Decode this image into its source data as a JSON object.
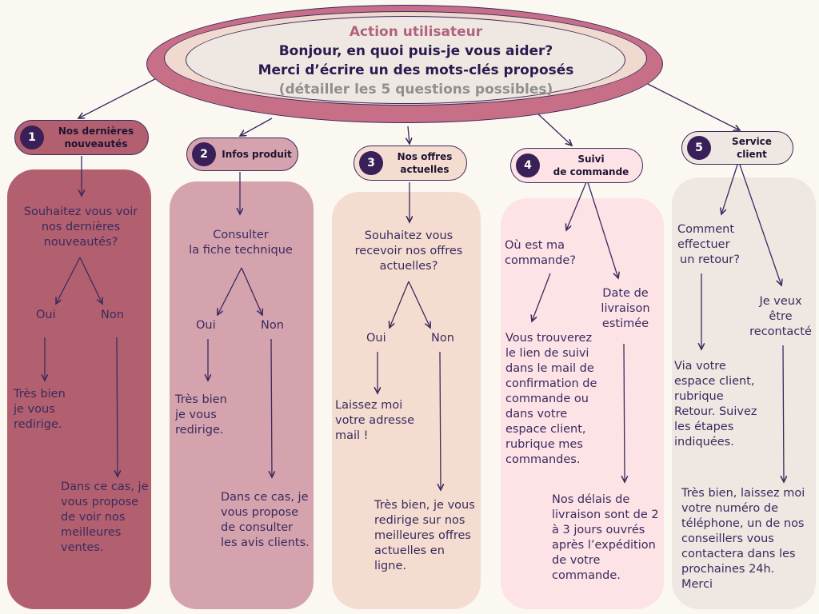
{
  "header": {
    "title": "Action utilisateur",
    "line1": "Bonjour, en quoi puis-je vous aider?",
    "line2": "Merci d’écrire un des mots-clés proposés",
    "line3": "(détailler les 5 questions possibles)"
  },
  "colors": {
    "background": "#fbf7f1",
    "header_title": "#b0637e",
    "text": "#3a2a5e",
    "col1": "#b2606f",
    "col2": "#d4a3ad",
    "col3": "#f4ddd0",
    "col4": "#fde3e6",
    "col5": "#efe8e2"
  },
  "categories": [
    {
      "number": "1",
      "label_line1": "Nos dernières",
      "label_line2": "nouveautés",
      "question_line1": "Souhaitez vous voir",
      "question_line2": "nos dernières",
      "question_line3": "nouveautés?",
      "yes": "Oui",
      "no": "Non",
      "yes_answer_line1": "Très bien",
      "yes_answer_line2": "je vous",
      "yes_answer_line3": "redirige.",
      "no_answer_line1": "Dans ce cas, je",
      "no_answer_line2": "vous propose",
      "no_answer_line3": "de voir nos",
      "no_answer_line4": "meilleures",
      "no_answer_line5": "ventes."
    },
    {
      "number": "2",
      "label": "Infos produit",
      "question_line1": "Consulter",
      "question_line2": "la fiche technique",
      "yes": "Oui",
      "no": "Non",
      "yes_answer_line1": "Très bien",
      "yes_answer_line2": "je vous",
      "yes_answer_line3": "redirige.",
      "no_answer_line1": "Dans ce cas, je",
      "no_answer_line2": "vous propose",
      "no_answer_line3": "de consulter",
      "no_answer_line4": "les avis clients."
    },
    {
      "number": "3",
      "label_line1": "Nos offres",
      "label_line2": "actuelles",
      "question_line1": "Souhaitez vous",
      "question_line2": "recevoir nos offres",
      "question_line3": "actuelles?",
      "yes": "Oui",
      "no": "Non",
      "yes_answer_line1": "Laissez moi",
      "yes_answer_line2": "votre adresse",
      "yes_answer_line3": "mail !",
      "no_answer_line1": "Très bien, je vous",
      "no_answer_line2": "redirige sur nos",
      "no_answer_line3": "meilleures offres",
      "no_answer_line4": "actuelles en",
      "no_answer_line5": "ligne."
    },
    {
      "number": "4",
      "label_line1": "Suivi",
      "label_line2": "de commande",
      "q1_line1": "Où est ma",
      "q1_line2": "commande?",
      "q2_line1": "Date de",
      "q2_line2": "livraison",
      "q2_line3": "estimée",
      "a1_line1": "Vous trouverez",
      "a1_line2": "le lien de suivi",
      "a1_line3": "dans le mail de",
      "a1_line4": "confirmation de",
      "a1_line5": "commande ou",
      "a1_line6": "dans votre",
      "a1_line7": "espace client,",
      "a1_line8": "rubrique mes",
      "a1_line9": "commandes.",
      "a2_line1": "Nos délais de",
      "a2_line2": "livraison sont de 2",
      "a2_line3": "à 3 jours ouvrés",
      "a2_line4": "après l’expédition",
      "a2_line5": "de votre",
      "a2_line6": "commande."
    },
    {
      "number": "5",
      "label_line1": "Service",
      "label_line2": "client",
      "q1_line1": "Comment",
      "q1_line2": "effectuer",
      "q1_line3": "un retour?",
      "q2_line1": "Je veux",
      "q2_line2": "être",
      "q2_line3": "recontacté",
      "a1_line1": "Via votre",
      "a1_line2": "espace client,",
      "a1_line3": "rubrique",
      "a1_line4": "Retour. Suivez",
      "a1_line5": "les étapes",
      "a1_line6": "indiquées.",
      "a2_line1": "Très bien, laissez moi",
      "a2_line2": "votre numéro de",
      "a2_line3": "téléphone, un de nos",
      "a2_line4": "conseillers vous",
      "a2_line5": "contactera dans les",
      "a2_line6": "prochaines 24h.",
      "a2_line7": "Merci"
    }
  ]
}
